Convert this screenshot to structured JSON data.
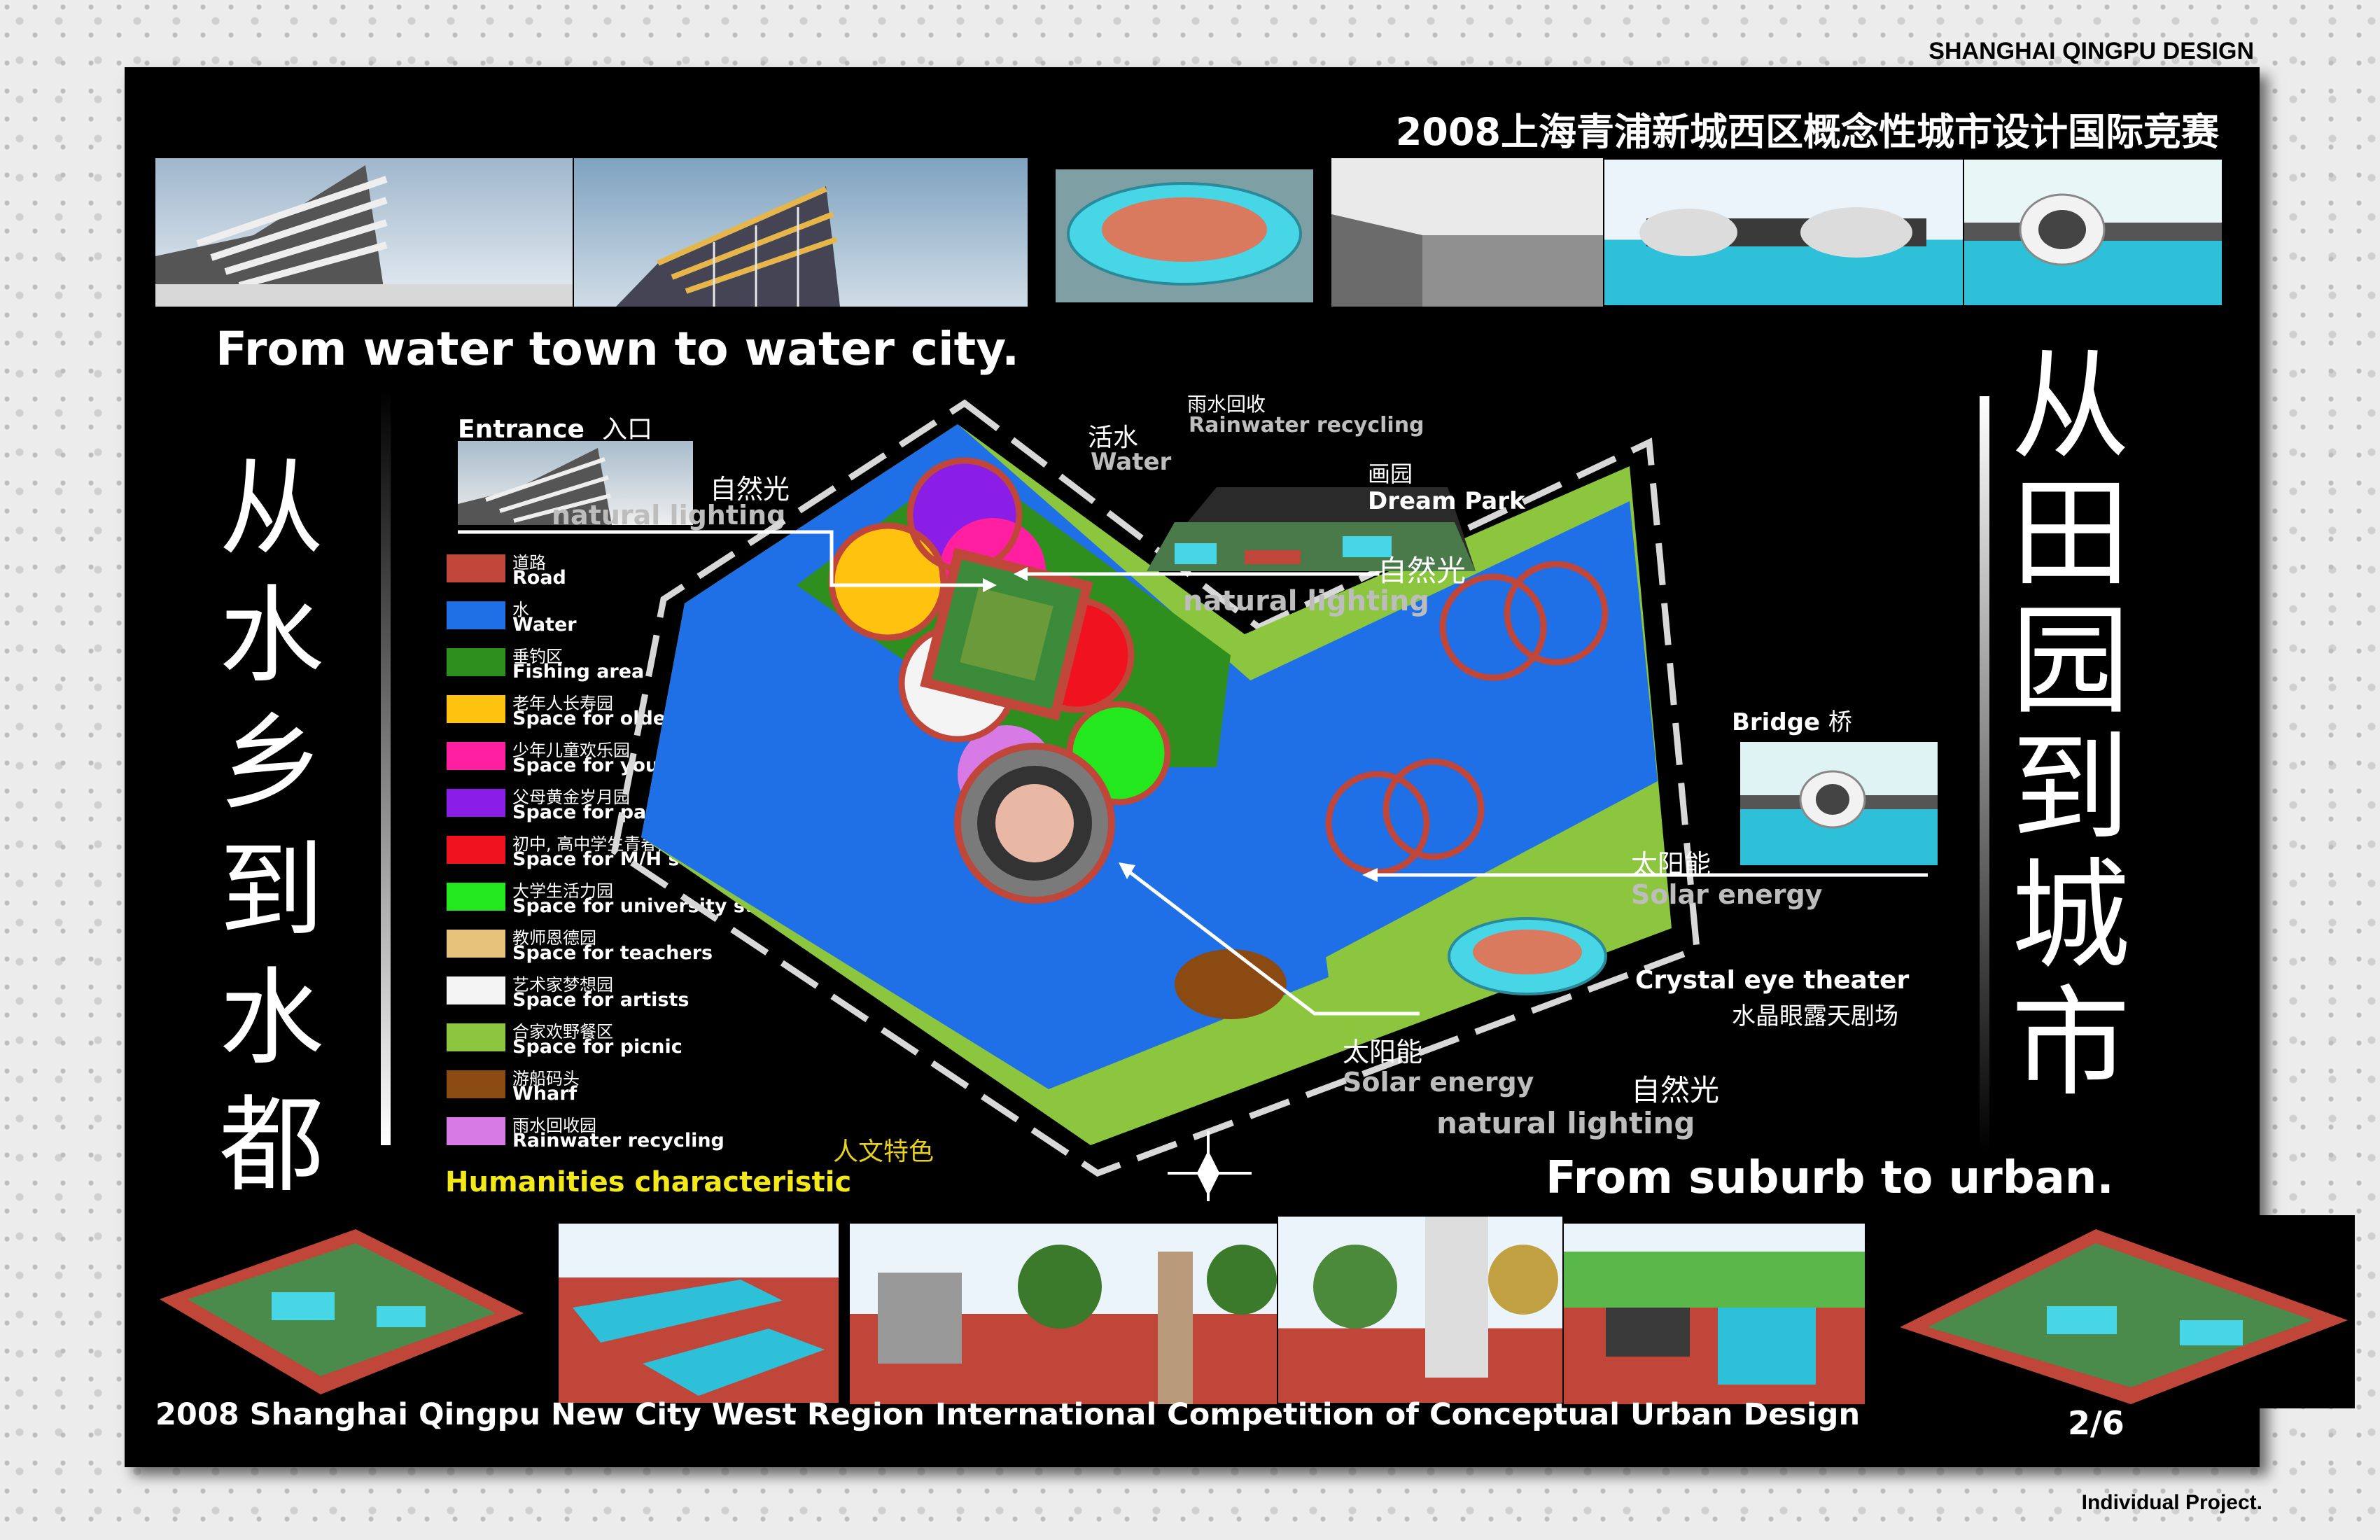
{
  "header": {
    "studio": "SHANGHAI QINGPU DESIGN",
    "title_cn": "2008上海青浦新城西区概念性城市设计国际竞赛"
  },
  "slogans": {
    "left_en": "From water town to water city.",
    "right_en": "From suburb to urban.",
    "left_cn": "从水乡到水都",
    "right_cn": "从田园到城市"
  },
  "callouts": {
    "entrance_en": "Entrance",
    "entrance_cn": "入口",
    "natural_light_cn": "自然光",
    "natural_lighting_en": "natural lighting",
    "living_water_cn": "活水",
    "water_en": "Water",
    "rainwater_cn": "雨水回收",
    "rainwater_en": "Rainwater recycling",
    "dream_park_cn": "画园",
    "dream_park_en": "Dream Park",
    "bridge_en": "Bridge",
    "bridge_cn": "桥",
    "solar_cn": "太阳能",
    "solar_en": "Solar energy",
    "crystal_en": "Crystal eye theater",
    "crystal_cn": "水晶眼露天剧场"
  },
  "legend": {
    "items": [
      {
        "cn": "道路",
        "en": "Road",
        "color": "#c0463a"
      },
      {
        "cn": "水",
        "en": "Water",
        "color": "#1f6fe6"
      },
      {
        "cn": "垂钓区",
        "en": "Fishing area",
        "color": "#2f8f1e"
      },
      {
        "cn": "老年人长寿园",
        "en": "Space for older people",
        "color": "#ffc20e"
      },
      {
        "cn": "少年儿童欢乐园",
        "en": "Space for young kids",
        "color": "#ff1fa0"
      },
      {
        "cn": "父母黄金岁月园",
        "en": "Space for parents",
        "color": "#8a1ee6"
      },
      {
        "cn": "初中, 高中学生青春园",
        "en": "Space for M/H school students",
        "color": "#f0121e"
      },
      {
        "cn": "大学生活力园",
        "en": "Space for university students",
        "color": "#23e81e"
      },
      {
        "cn": "教师恩德园",
        "en": "Space for teachers",
        "color": "#e6c27a"
      },
      {
        "cn": "艺术家梦想园",
        "en": "Space for artists",
        "color": "#f4f4f4"
      },
      {
        "cn": "合家欢野餐区",
        "en": "Space for picnic",
        "color": "#8cc63f"
      },
      {
        "cn": "游船码头",
        "en": "Wharf",
        "color": "#8b4a12"
      },
      {
        "cn": "雨水回收园",
        "en": "Rainwater recycling",
        "color": "#d87ae6"
      }
    ],
    "caption_cn": "人文特色",
    "caption_en": "Humanities characteristic"
  },
  "footer": {
    "title_en": "2008 Shanghai Qingpu New City West Region International Competition of Conceptual Urban Design",
    "page": "2/6",
    "note": "Individual Project."
  }
}
